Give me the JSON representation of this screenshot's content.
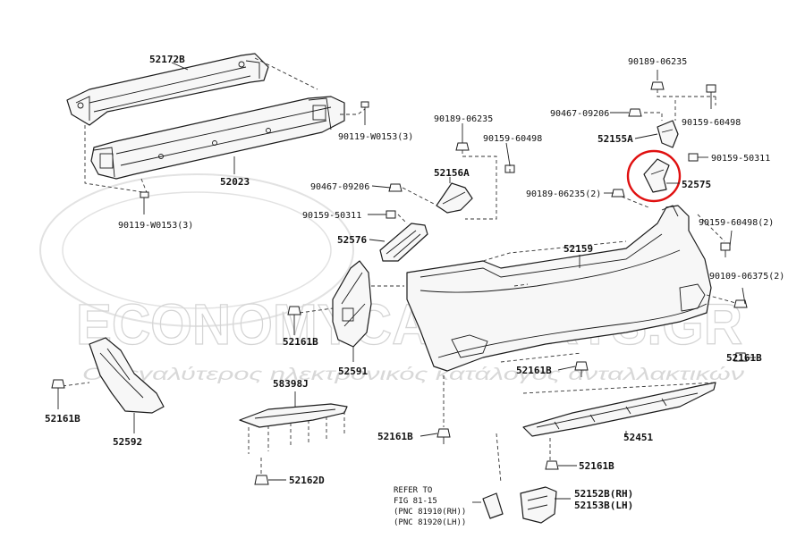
{
  "watermark": {
    "brand": "ECONOMYCARPARTS.GR",
    "tagline": "Ο μεγαλύτερος ηλεκτρονικός κατάλογος ανταλλακτικών"
  },
  "colors": {
    "highlight": "#e01010",
    "line": "#1b1b1b",
    "watermark": "#d4d4d4"
  },
  "reference_note": {
    "line1": "REFER TO",
    "line2": "FIG 81-15",
    "line3": "(PNC 81910(RH))",
    "line4": "(PNC 81920(LH))"
  },
  "labels": {
    "l52172B": "52172B",
    "l52023": "52023",
    "l90119_top": "90119-W0153(3)",
    "l90119_bot": "90119-W0153(3)",
    "l90189_top": "90189-06235",
    "l90467_top": "90467-09206",
    "l90159_60498_top": "90159-60498",
    "l52155A": "52155A",
    "l90159_50311_right": "90159-50311",
    "l52575": "52575",
    "l90189_mid": "90189-06235",
    "l90159_60498_mid": "90159-60498",
    "l52156A": "52156A",
    "l90467_mid": "90467-09206",
    "l90159_50311_left": "90159-50311",
    "l52576": "52576",
    "l90189_2": "90189-06235(2)",
    "l90159_60498_2": "90159-60498(2)",
    "l52159": "52159",
    "l90109_2": "90109-06375(2)",
    "l52161B_a": "52161B",
    "l52591": "52591",
    "l52161B_b": "52161B",
    "l52592": "52592",
    "l58398J": "58398J",
    "l52161B_c": "52161B",
    "l52161B_d": "52161B",
    "l52161B_e": "52161B",
    "l52451": "52451",
    "l52162D": "52162D",
    "l52161B_f": "52161B",
    "l52152B": "52152B(RH)",
    "l52153B": "52153B(LH)"
  }
}
